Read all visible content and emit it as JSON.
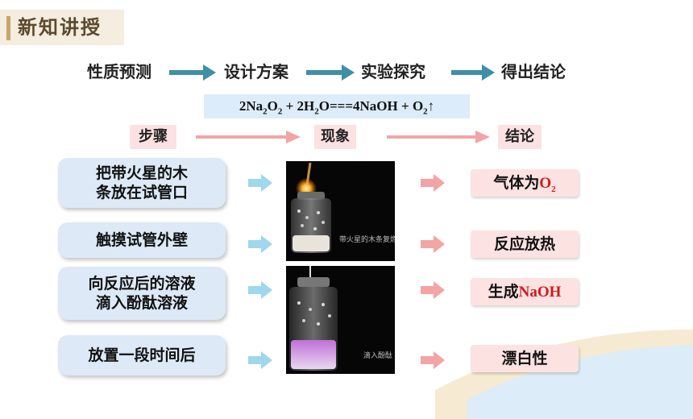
{
  "header": {
    "title": "新知讲授"
  },
  "flow": [
    "性质预测",
    "设计方案",
    "实验探究",
    "得出结论"
  ],
  "equation": {
    "left_1": "2Na",
    "sub_1": "2",
    "left_2": "O",
    "sub_2": "2",
    "left_3": " + 2H",
    "sub_3": "2",
    "left_4": "O===4NaOH + O",
    "sub_4": "2",
    "left_5": "↑"
  },
  "columns": {
    "steps": "步骤",
    "phenomena": "现象",
    "conclusions": "结论"
  },
  "steps": [
    {
      "line1": "把带火星的木",
      "line2": "条放在试管口"
    },
    {
      "line1": "触摸试管外壁"
    },
    {
      "line1": "向反应后的溶液",
      "line2": "滴入酚酞溶液"
    },
    {
      "line1": "放置一段时间后"
    }
  ],
  "photos": [
    {
      "caption": "带火星的木条复燃",
      "icon": "glowing-splint-jar"
    },
    {
      "caption": "滴入酚酞",
      "icon": "phenolphthalein-jar"
    }
  ],
  "conclusions": {
    "c1_prefix": "气体为",
    "c1_formula": "O",
    "c1_sub": "2",
    "c2": "反应放热",
    "c3_prefix": "生成",
    "c3_formula": "NaOH",
    "c4": "漂白性"
  },
  "colors": {
    "flow_arrow": "#3f8fa6",
    "pink_arrow": "#f3a4a4",
    "blue_arrow": "#9ed7ee",
    "highlight_red": "#d11a1a"
  }
}
